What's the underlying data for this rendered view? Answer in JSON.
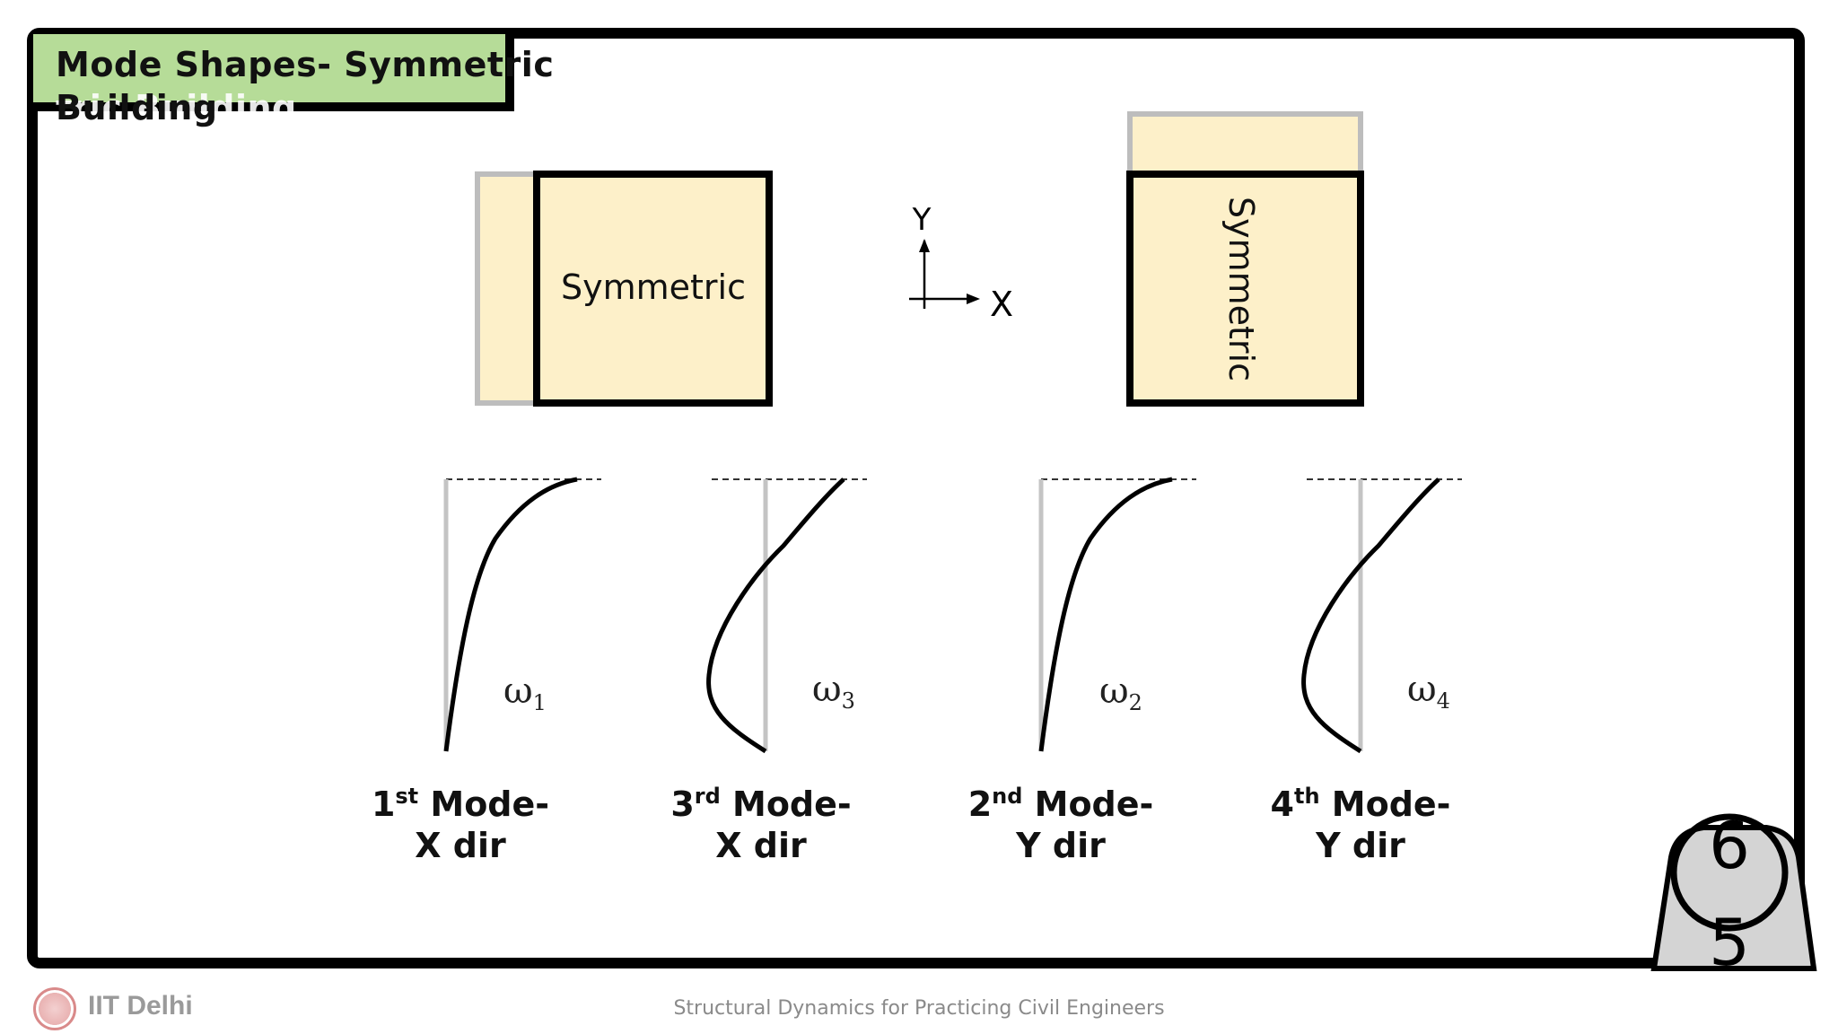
{
  "slide": {
    "title": "Mode Shapes- Symmetric Building",
    "title_line_1": "Mode Shapes- Symmetric",
    "title_line_2": "Building",
    "title_ghost": "tric Building",
    "page_number": "65"
  },
  "plans": {
    "left_label": "Symmetric",
    "right_label": "Symmetric"
  },
  "axes": {
    "y_label": "Y",
    "x_label": "X"
  },
  "modes": [
    {
      "symbol": "ω",
      "subscript": "1",
      "line1_number": "1",
      "line1_super": "st",
      "line1_rest": " Mode-",
      "line2": "X dir"
    },
    {
      "symbol": "ω",
      "subscript": "3",
      "line1_number": "3",
      "line1_super": "rd",
      "line1_rest": " Mode-",
      "line2": "X dir"
    },
    {
      "symbol": "ω",
      "subscript": "2",
      "line1_number": "2",
      "line1_super": "nd",
      "line1_rest": " Mode-",
      "line2": "Y dir"
    },
    {
      "symbol": "ω",
      "subscript": "4",
      "line1_number": "4",
      "line1_super": "th",
      "line1_rest": " Mode-",
      "line2": "Y dir"
    }
  ],
  "footer": {
    "institute": "IIT Delhi",
    "course": "Structural Dynamics for Practicing Civil Engineers"
  },
  "colors": {
    "building_fill": "#fdf0c9",
    "original_outline": "#bdbdbd",
    "title_bg": "#b6dc98",
    "weight_fill": "#d4d4d4"
  }
}
